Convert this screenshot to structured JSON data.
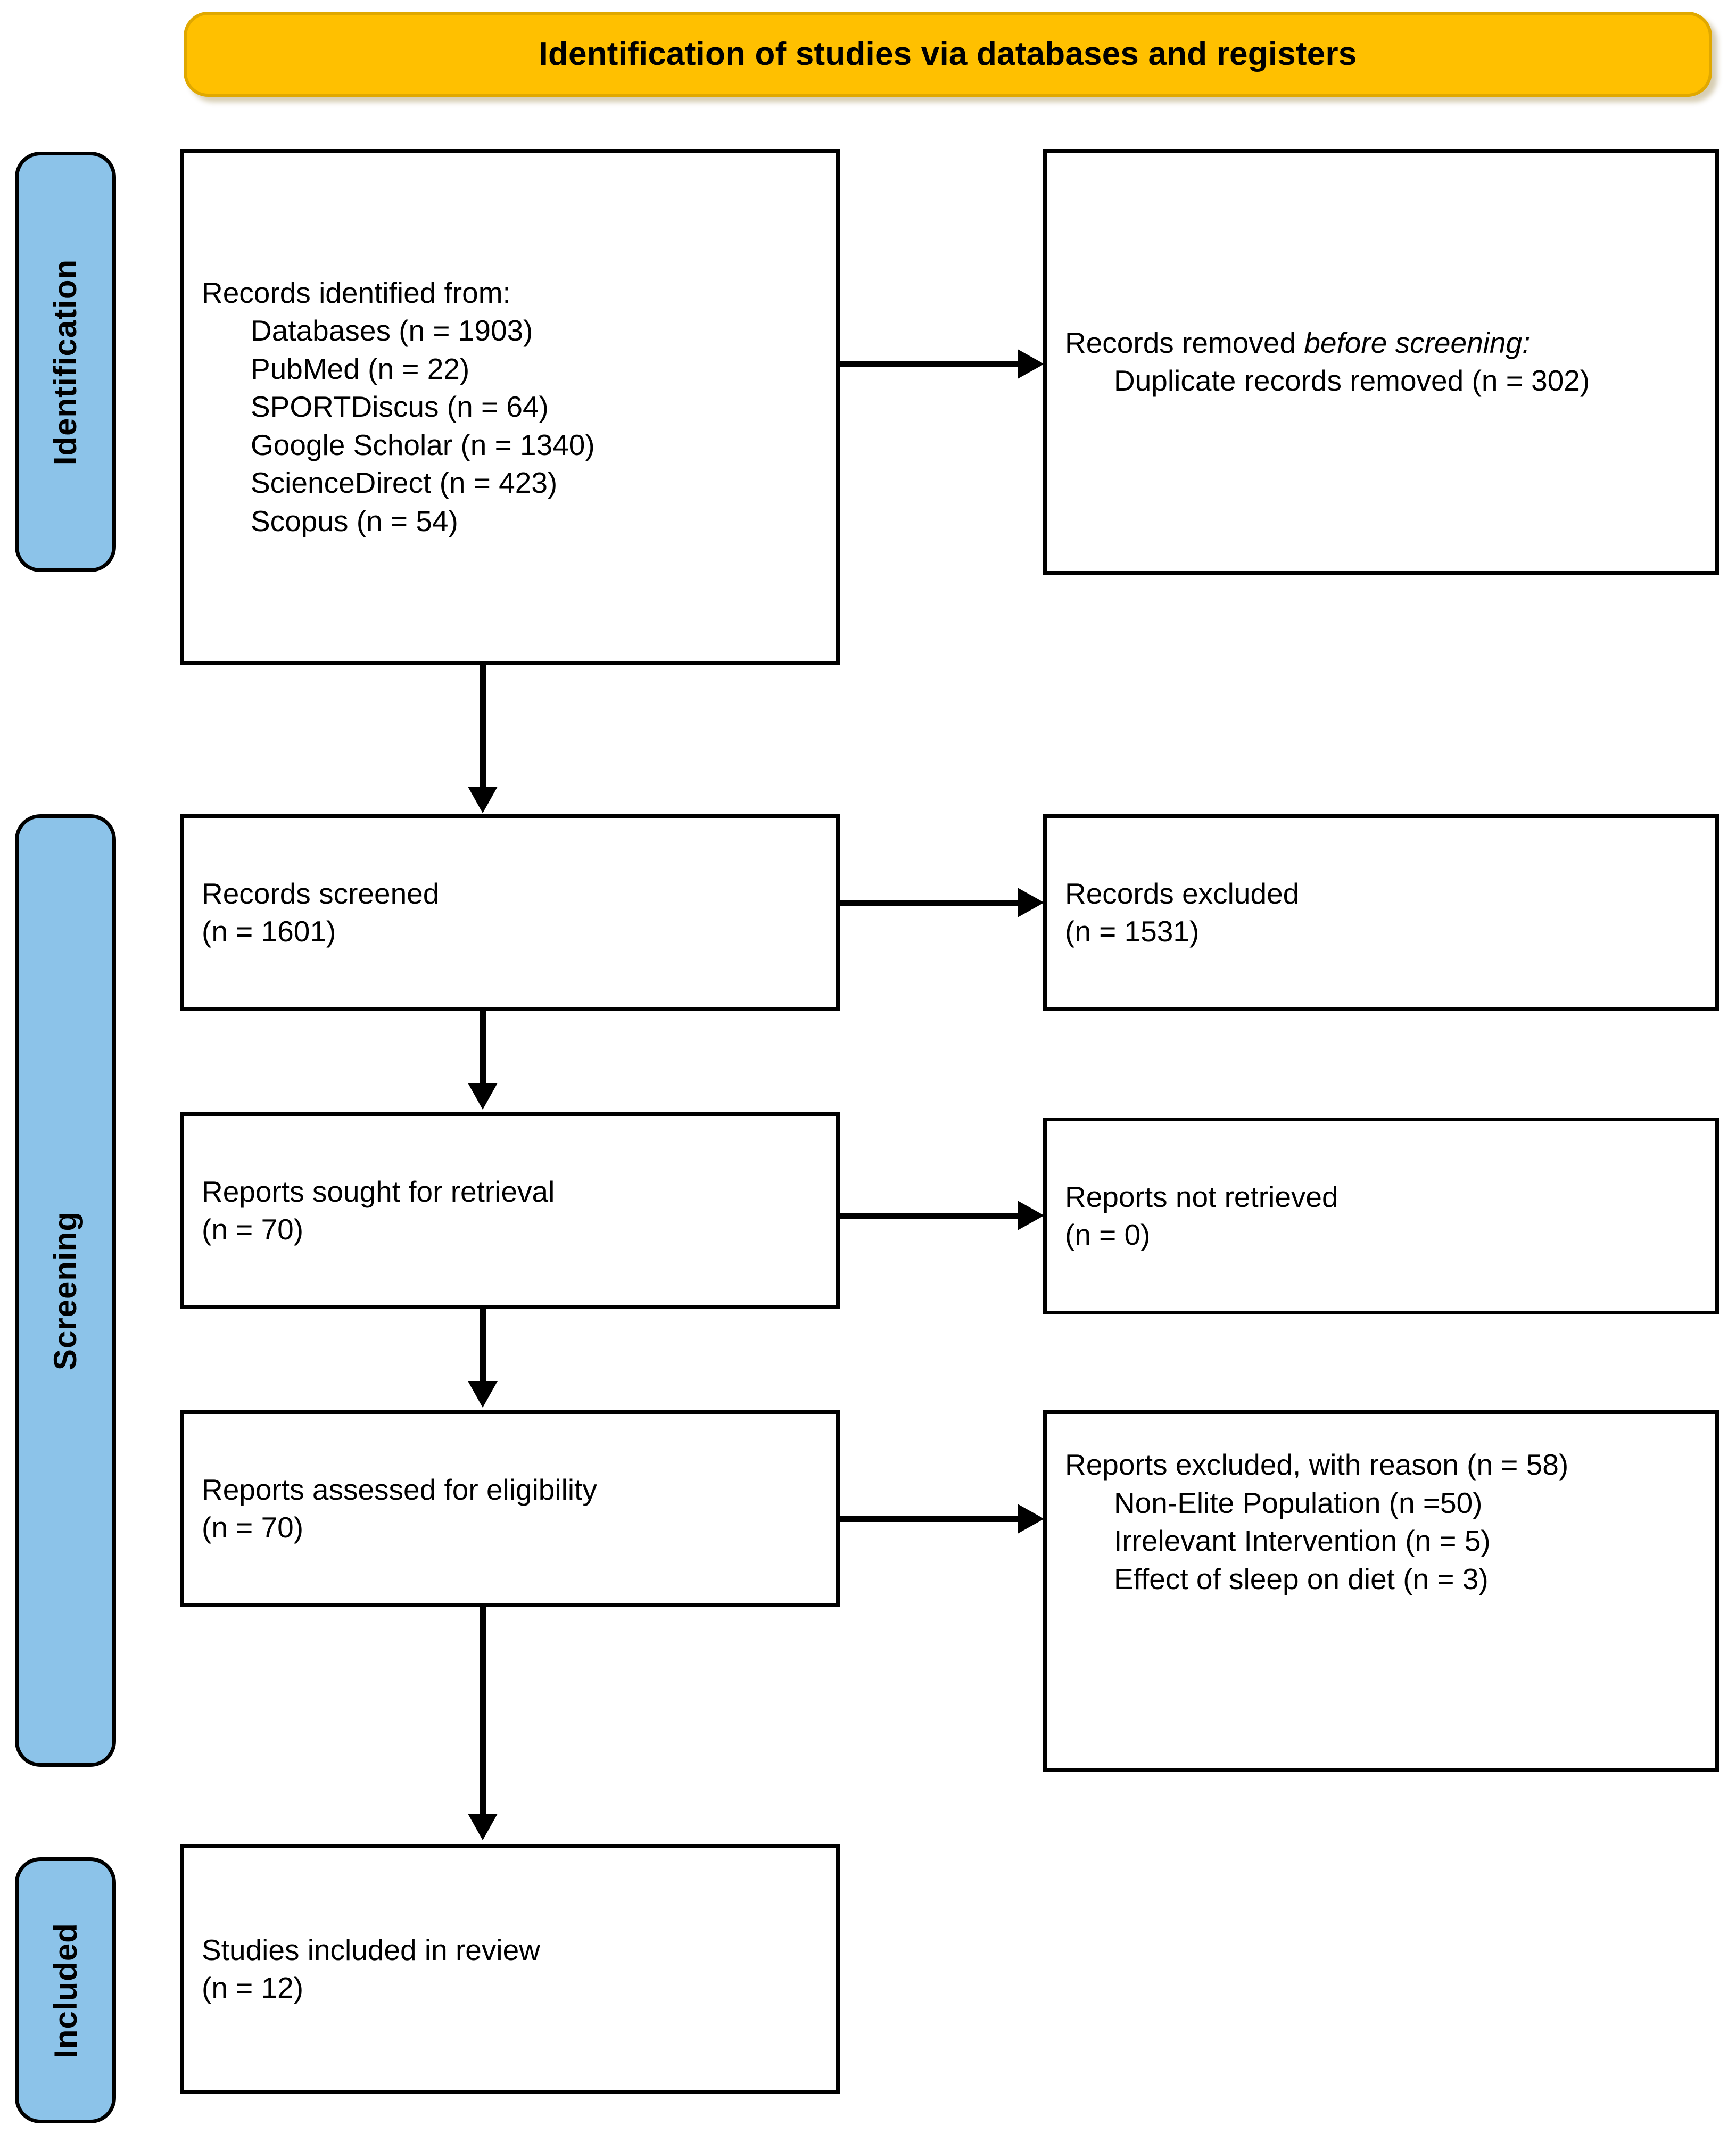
{
  "banner": {
    "title": "Identification of studies via databases and registers"
  },
  "phases": [
    {
      "id": "identification",
      "label": "Identification"
    },
    {
      "id": "screening",
      "label": "Screening"
    },
    {
      "id": "included",
      "label": "Included"
    }
  ],
  "boxes": {
    "records_identified": {
      "heading": "Records identified from:",
      "items": [
        "Databases (n = 1903)",
        "PubMed (n = 22)",
        "SPORTDiscus (n = 64)",
        "Google Scholar (n = 1340)",
        "ScienceDirect (n = 423)",
        "Scopus (n = 54)"
      ]
    },
    "records_removed": {
      "lead_plain": "Records removed ",
      "lead_italic": "before screening",
      "lead_tail": ":",
      "items": [
        "Duplicate records removed  (n = 302)"
      ]
    },
    "records_screened": {
      "line1": "Records screened",
      "line2": "(n = 1601)"
    },
    "records_excluded": {
      "line1": "Records excluded",
      "line2": "(n = 1531)"
    },
    "reports_sought": {
      "line1": "Reports sought for retrieval",
      "line2": "(n = 70)"
    },
    "reports_not_retrieved": {
      "line1": "Reports not retrieved",
      "line2": "(n = 0)"
    },
    "reports_assessed": {
      "line1": "Reports assessed for eligibility",
      "line2": "(n = 70)"
    },
    "reports_excluded": {
      "lead": "Reports excluded, with reason (n = 58)",
      "items": [
        "Non-Elite Population (n =50)",
        "Irrelevant Intervention (n = 5)",
        "Effect of sleep on diet (n = 3)"
      ]
    },
    "studies_included": {
      "line1": "Studies included in review",
      "line2": "(n = 12)"
    }
  },
  "colors": {
    "banner_fill": "#FFC000",
    "banner_border": "#E0A800",
    "phase_fill": "#8CC3E9",
    "outline": "#000000",
    "box_fill": "#FFFFFF"
  },
  "connectors": [
    {
      "id": "identified-to-removed",
      "direction": "right"
    },
    {
      "id": "identified-to-screened",
      "direction": "down"
    },
    {
      "id": "screened-to-excluded",
      "direction": "right"
    },
    {
      "id": "screened-to-sought",
      "direction": "down"
    },
    {
      "id": "sought-to-not-retrieved",
      "direction": "right"
    },
    {
      "id": "sought-to-assessed",
      "direction": "down"
    },
    {
      "id": "assessed-to-excluded",
      "direction": "right"
    },
    {
      "id": "assessed-to-included",
      "direction": "down"
    }
  ]
}
